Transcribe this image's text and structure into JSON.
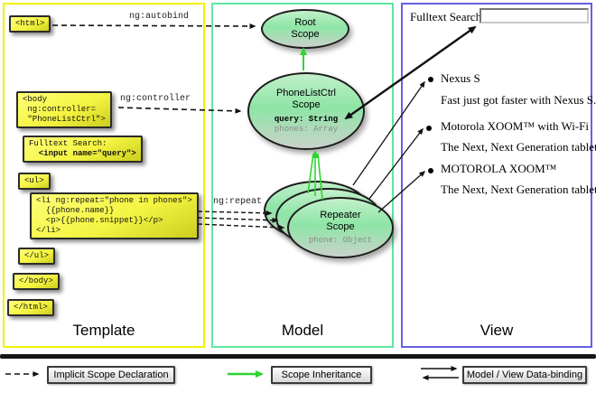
{
  "columns": {
    "template": {
      "label": "Template"
    },
    "model": {
      "label": "Model"
    },
    "view": {
      "label": "View"
    }
  },
  "template_panel": {
    "html_open": "<html>",
    "body_open": "<body\n ng:controller=\n \"PhoneListCtrl\">",
    "fulltext": {
      "line1": "Fulltext Search:",
      "line2": "  <input name=\"query\">"
    },
    "ul_open": "<ul>",
    "li_block": "<li ng:repeat=\"phone in phones\">\n  {{phone.name}}\n  <p>{{phone.snippet}}</p>\n</li>",
    "ul_close": "</ul>",
    "body_close": "</body>",
    "html_close": "</html>",
    "arrow_labels": {
      "autobind": "ng:autobind",
      "controller": "ng:controller",
      "repeat": "ng:repeat"
    }
  },
  "model_panel": {
    "root_scope": {
      "title": "Root\nScope"
    },
    "phonelist_scope": {
      "title": "PhoneListCtrl\nScope",
      "prop_query": "query: String",
      "prop_phones": "phones: Array"
    },
    "repeater_scope": {
      "title": "Repeater\nScope",
      "prop_phone": "phone: Object"
    }
  },
  "view_panel": {
    "search_label": "Fulltext Search:",
    "search_value": "",
    "items": [
      {
        "title": "Nexus S",
        "desc": "Fast just got faster with Nexus S."
      },
      {
        "title": "Motorola XOOM™ with Wi-Fi",
        "desc": "The Next, Next Generation tablet."
      },
      {
        "title": "MOTOROLA XOOM™",
        "desc": "The Next, Next Generation tablet."
      }
    ]
  },
  "legend": {
    "items": [
      {
        "label": "Implicit Scope Declaration"
      },
      {
        "label": "Scope Inheritance"
      },
      {
        "label": "Model / View Data-binding"
      }
    ]
  },
  "colors": {
    "template_border": "#f2f200",
    "model_border": "#5fe6a0",
    "view_border": "#6660e0",
    "scope_fill_green": "#8ee5a6",
    "code_box_yellow": "#f4f442",
    "inheritance_arrow_green": "#2fd42f",
    "arrow_black": "#111111"
  }
}
